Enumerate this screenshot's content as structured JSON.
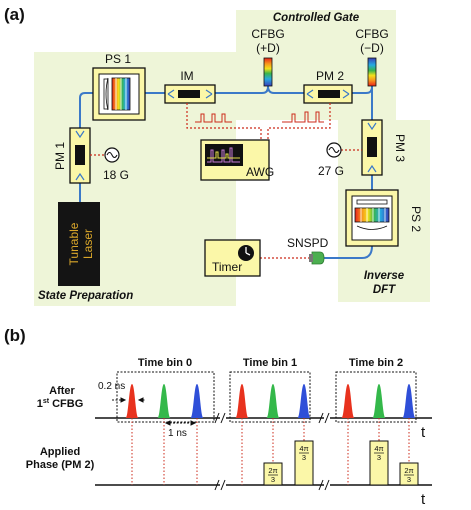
{
  "panel_a": {
    "label": "(a)",
    "regions": {
      "state_preparation": "State Preparation",
      "controlled_gate": "Controlled Gate",
      "inverse_dft_line1": "Inverse",
      "inverse_dft_line2": "DFT"
    },
    "components": {
      "ps1": "PS 1",
      "ps2": "PS 2",
      "im": "IM",
      "pm1": "PM 1",
      "pm2": "PM 2",
      "pm3": "PM 3",
      "cfbg_plus_line1": "CFBG",
      "cfbg_plus_line2": "(+D)",
      "cfbg_minus_line1": "CFBG",
      "cfbg_minus_line2": "(−D)",
      "awg": "AWG",
      "rf_18": "18 G",
      "rf_27": "27 G",
      "snspd": "SNSPD",
      "timer": "Timer",
      "laser_line1": "Tunable",
      "laser_line2": "Laser"
    },
    "colors": {
      "region_fill": "#eef5d8",
      "device_fill": "#fbf7a8",
      "fiber": "#3b79c8",
      "rf_line": "#cc2a1a",
      "laser_text": "#d9a62a"
    }
  },
  "panel_b": {
    "label": "(b)",
    "row1_label_line1": "After",
    "row1_label_line2_pre": "1",
    "row1_label_line2_sup": "st",
    "row1_label_line2_post": "CFBG",
    "row2_label_line1": "Applied",
    "row2_label_line2": "Phase (PM 2)",
    "bins": [
      "Time bin 0",
      "Time bin 1",
      "Time bin 2"
    ],
    "width_annotation": "0.2 ns",
    "spacing_annotation": "1 ns",
    "t_axis": "t",
    "pulse_colors": [
      "#e8321e",
      "#34b84a",
      "#2f4fd8"
    ],
    "phases": {
      "bin1": [
        "2π/3",
        "4π/3"
      ],
      "bin2": [
        "4π/3",
        "2π/3"
      ]
    },
    "phase_display": {
      "bin1_a_num": "2π",
      "bin1_a_den": "3",
      "bin1_b_num": "4π",
      "bin1_b_den": "3",
      "bin2_a_num": "4π",
      "bin2_a_den": "3",
      "bin2_b_num": "2π",
      "bin2_b_den": "3"
    }
  }
}
